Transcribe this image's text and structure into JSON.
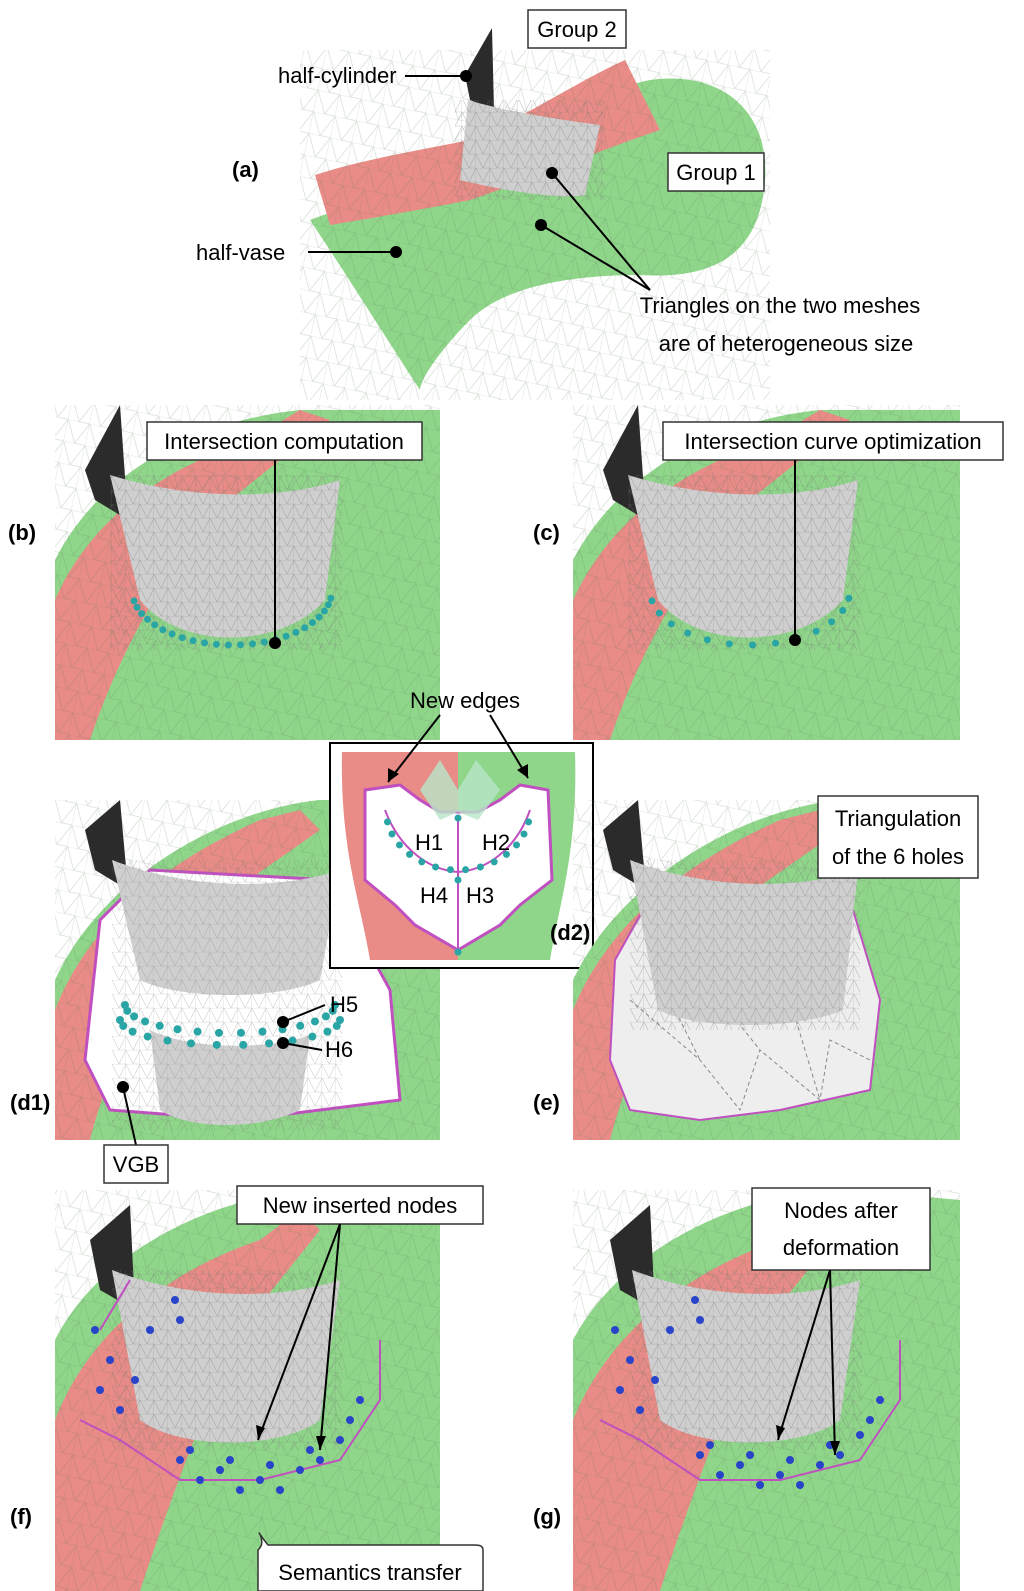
{
  "panels": {
    "a": "(a)",
    "b": "(b)",
    "c": "(c)",
    "d1": "(d1)",
    "d2": "(d2)",
    "e": "(e)",
    "f": "(f)",
    "g": "(g)"
  },
  "labels": {
    "group2": "Group 2",
    "group1": "Group 1",
    "half_cylinder": "half-cylinder",
    "half_vase": "half-vase",
    "heterogeneous_line1": "Triangles on the two meshes",
    "heterogeneous_line2": "are of heterogeneous size",
    "intersection_computation": "Intersection computation",
    "intersection_optimization": "Intersection curve optimization",
    "new_edges": "New edges",
    "triangulation_line1": "Triangulation",
    "triangulation_line2": "of the 6 holes",
    "vgb": "VGB",
    "new_inserted_nodes": "New inserted nodes",
    "nodes_after_line1": "Nodes after",
    "nodes_after_line2": "deformation",
    "semantics_transfer": "Semantics transfer"
  },
  "holes": {
    "h1": "H1",
    "h2": "H2",
    "h3": "H3",
    "h4": "H4",
    "h5": "H5",
    "h6": "H6"
  },
  "colors": {
    "red_region": "#e98b86",
    "green_region": "#8fd68a",
    "cylinder_gray": "#cfcfcf",
    "cylinder_dark": "#2b2b2b",
    "node_teal": "#2aa5a5",
    "node_blue": "#2944c8",
    "boundary_magenta": "#c050c0"
  }
}
